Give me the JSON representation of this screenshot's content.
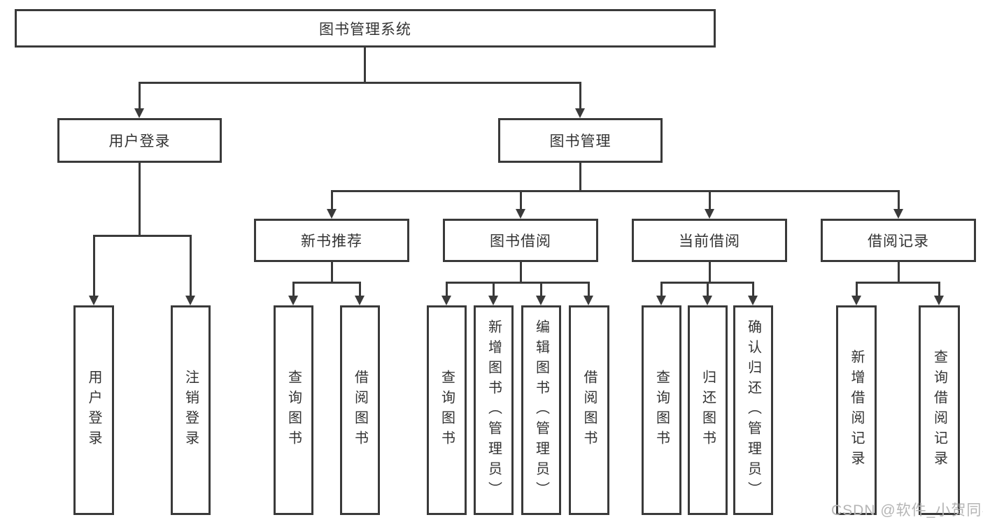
{
  "diagram": {
    "root": {
      "label": "图书管理系统"
    },
    "level2": [
      {
        "label": "用户登录"
      },
      {
        "label": "图书管理"
      }
    ],
    "level3": [
      {
        "label": "新书推荐"
      },
      {
        "label": "图书借阅"
      },
      {
        "label": "当前借阅"
      },
      {
        "label": "借阅记录"
      }
    ],
    "leaves": {
      "login": [
        {
          "label": "用户登录"
        },
        {
          "label": "注销登录"
        }
      ],
      "recommend": [
        {
          "label": "查询图书"
        },
        {
          "label": "借阅图书"
        }
      ],
      "borrow": [
        {
          "label": "查询图书"
        },
        {
          "label": "新增图书（管理员）"
        },
        {
          "label": "编辑图书（管理员）"
        },
        {
          "label": "借阅图书"
        }
      ],
      "current": [
        {
          "label": "查询图书"
        },
        {
          "label": "归还图书"
        },
        {
          "label": "确认归还（管理员）"
        }
      ],
      "records": [
        {
          "label": "新增借阅记录"
        },
        {
          "label": "查询借阅记录"
        }
      ]
    },
    "watermark": "CSDN @软件_小贺同学",
    "colors": {
      "line": "#3a3a3a",
      "text": "#333333",
      "watermark": "#b5b5b5",
      "background": "#ffffff"
    }
  }
}
